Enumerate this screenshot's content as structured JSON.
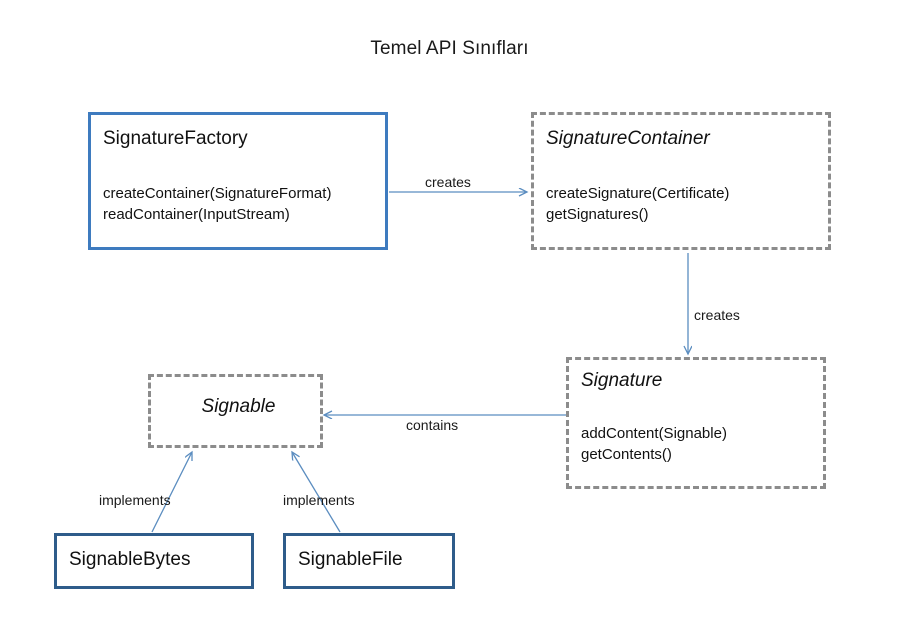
{
  "diagram": {
    "title": "Temel API Sınıfları",
    "colors": {
      "solid_primary_border": "#3e7bbf",
      "solid_dark_border": "#2e5c8a",
      "dashed_border": "#8c8c8c",
      "arrow": "#5b8dc0",
      "background": "#ffffff",
      "text": "#111111"
    },
    "nodes": {
      "signature_factory": {
        "title": "SignatureFactory",
        "members": [
          "createContainer(SignatureFormat)",
          "readContainer(InputStream)"
        ]
      },
      "signature_container": {
        "title": "SignatureContainer",
        "members": [
          "createSignature(Certificate)",
          "getSignatures()"
        ]
      },
      "signature": {
        "title": "Signature",
        "members": [
          "addContent(Signable)",
          "getContents()"
        ]
      },
      "signable": {
        "title": "Signable",
        "members": []
      },
      "signable_bytes": {
        "title": "SignableBytes",
        "members": []
      },
      "signable_file": {
        "title": "SignableFile",
        "members": []
      }
    },
    "edges": {
      "factory_to_container": "creates",
      "container_to_signature": "creates",
      "signature_to_signable": "contains",
      "bytes_implements": "implements",
      "file_implements": "implements"
    }
  }
}
